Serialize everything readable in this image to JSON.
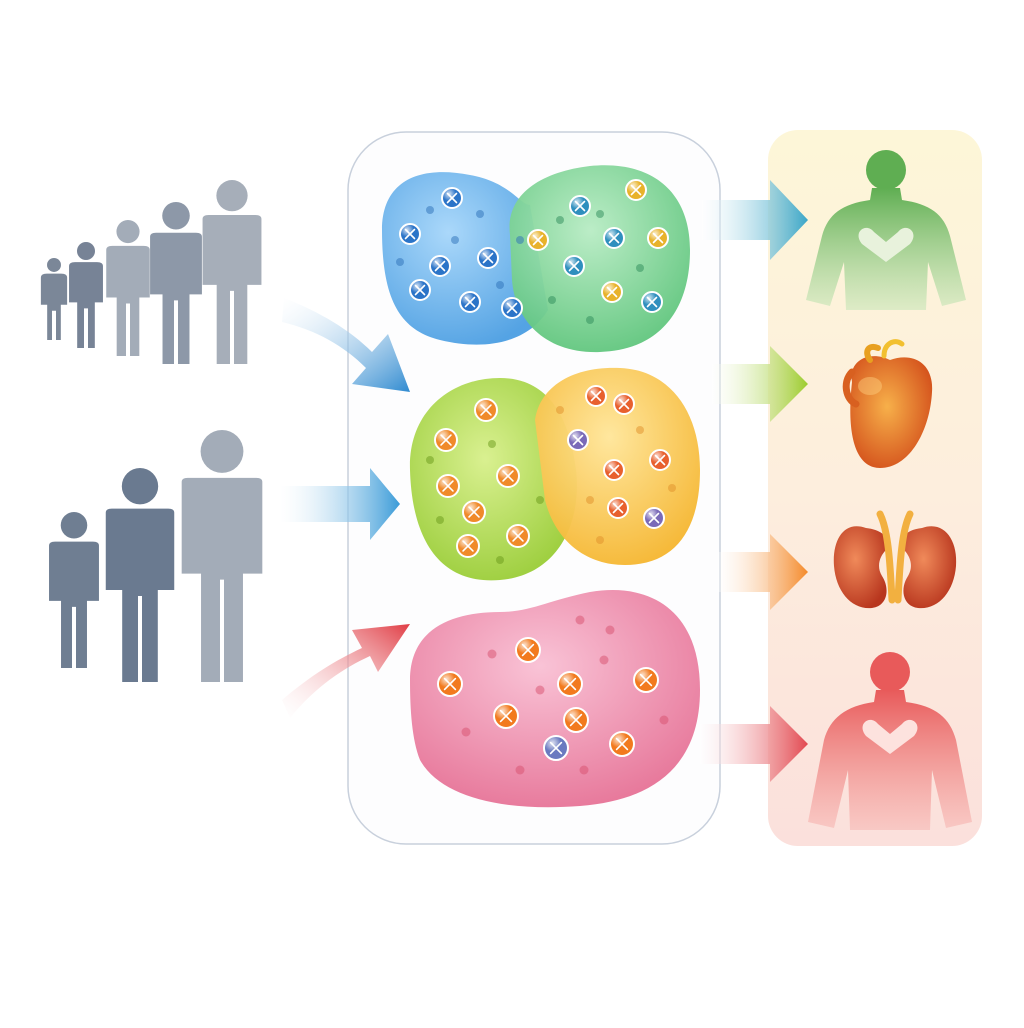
{
  "diagram": {
    "kind": "flow-illustration",
    "text_labels": [],
    "input_groups": [
      {
        "name": "population-group-a",
        "person_count": 5,
        "color": "#8a96a8"
      },
      {
        "name": "population-group-b",
        "person_count": 3,
        "color": "#6f7e92"
      }
    ],
    "input_arrows": [
      {
        "name": "blue-input-arrow",
        "color": "#3a96d4"
      },
      {
        "name": "blue-input-arrow-2",
        "color": "#4aa6dc"
      },
      {
        "name": "red-input-arrow",
        "color": "#e04c52"
      }
    ],
    "clusters": [
      {
        "name": "blue-cluster",
        "color": "#5aa8e6",
        "dot_color": "#2b74c8"
      },
      {
        "name": "green-cluster",
        "color": "#74cf8c",
        "dot_color": "#2f8fbe"
      },
      {
        "name": "lime-cluster",
        "color": "#a6d63a",
        "dot_color": "#f08a2a"
      },
      {
        "name": "yellow-cluster",
        "color": "#f9c73e",
        "dot_color": "#e8602e"
      },
      {
        "name": "pink-cluster",
        "color": "#ec7ca4",
        "dot_color": "#f27a1e"
      }
    ],
    "output_arrows": [
      {
        "name": "teal-output-arrow",
        "color": "#48aecd"
      },
      {
        "name": "lime-output-arrow",
        "color": "#a8d43a"
      },
      {
        "name": "orange-output-arrow",
        "color": "#f69a3c"
      },
      {
        "name": "red-output-arrow",
        "color": "#e5585e"
      }
    ],
    "outcomes": [
      {
        "name": "healthy-body",
        "icon": "human-torso-heart-icon",
        "color": "#6fba5a"
      },
      {
        "name": "liver-organ",
        "icon": "liver-icon",
        "color": "#e8702a"
      },
      {
        "name": "kidney-organ",
        "icon": "kidneys-icon",
        "color": "#d04a2a"
      },
      {
        "name": "diseased-body",
        "icon": "human-torso-heart-icon",
        "color": "#e56a6a"
      }
    ],
    "panel_colors": {
      "top": "#fdf6d8",
      "bottom": "#fbe0dc",
      "center_border": "#c8d0dc"
    }
  }
}
